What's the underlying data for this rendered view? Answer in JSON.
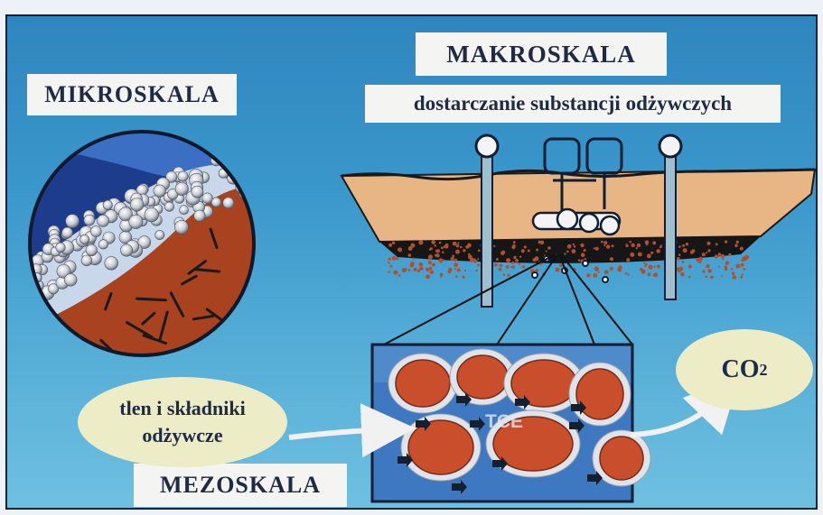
{
  "labels": {
    "mikroskala": "MIKROSKALA",
    "makroskala": "MAKROSKALA",
    "delivery": "dostarczanie substancji odżywczych",
    "mezoskala": "MEZOSKALA",
    "input_line1": "tlen i składniki",
    "input_line2": "odżywcze",
    "co2_main": "CO",
    "co2_sub": "2",
    "tce": "TCE"
  },
  "colors": {
    "background_blue": "#3a97cb",
    "label_bg": "#f4f4f2",
    "ellipse_bg": "#ececc6",
    "soil_tan": "#e8b584",
    "soil_grain": "#b2502e",
    "bacteria_brown": "#9c3f22"
  },
  "icons": {
    "micro_view": "magnified-soil-circle-icon",
    "wells": "injection-well-icon",
    "meso_view": "soil-aggregates-icon"
  }
}
